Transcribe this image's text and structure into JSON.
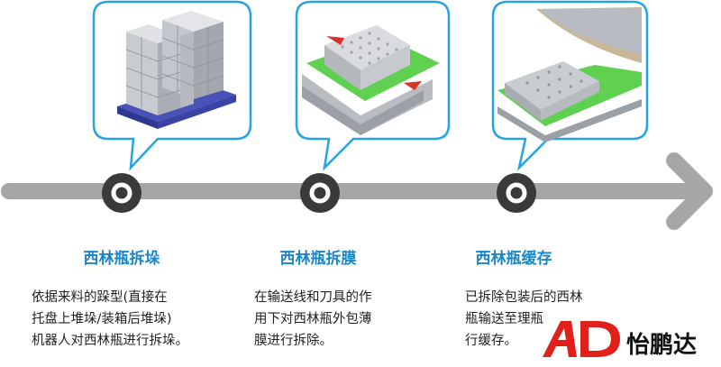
{
  "steps": [
    {
      "title": "西林瓶拆垛",
      "description_lines": [
        "依据来料的跺型(直接在",
        "托盘上堆垛/装箱后堆垛)",
        "机器人对西林瓶进行拆垛。"
      ]
    },
    {
      "title": "西林瓶拆膜",
      "description_lines": [
        "在输送线和刀具的作",
        "用下对西林瓶外包薄",
        "膜进行拆除。"
      ]
    },
    {
      "title": "西林瓶缓存",
      "description_lines": [
        "已拆除包装后的西林",
        "瓶输送至理瓶",
        "行缓存。"
      ]
    }
  ],
  "logo": {
    "text": "怡鹏达"
  },
  "colors": {
    "accent": "#1a86c8",
    "arrow": "#a6a6a6",
    "node": "#3a3a3a",
    "bubble_border": "#27a3e3",
    "conveyor_green": "#5fd04f",
    "logo_red": "#e0201b"
  }
}
